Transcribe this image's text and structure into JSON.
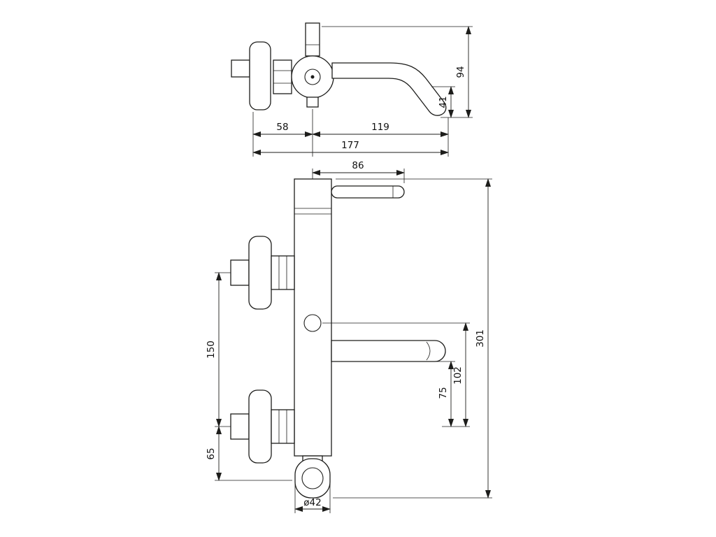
{
  "canvas": {
    "background": "#ffffff",
    "ink": "#1d1d1b"
  },
  "side_view": {
    "dims": {
      "overall_height": "94",
      "spout_drop": "41",
      "wall_to_center": "58",
      "center_to_spout_tip": "119",
      "overall_projection": "177"
    }
  },
  "front_view": {
    "dims": {
      "handle_reach": "86",
      "flange_spacing": "150",
      "flange_to_holder": "65",
      "overall_height": "301",
      "center_to_lower_flange": "102",
      "spout_to_lower_flange": "75",
      "holder_diameter": "ø42"
    }
  }
}
